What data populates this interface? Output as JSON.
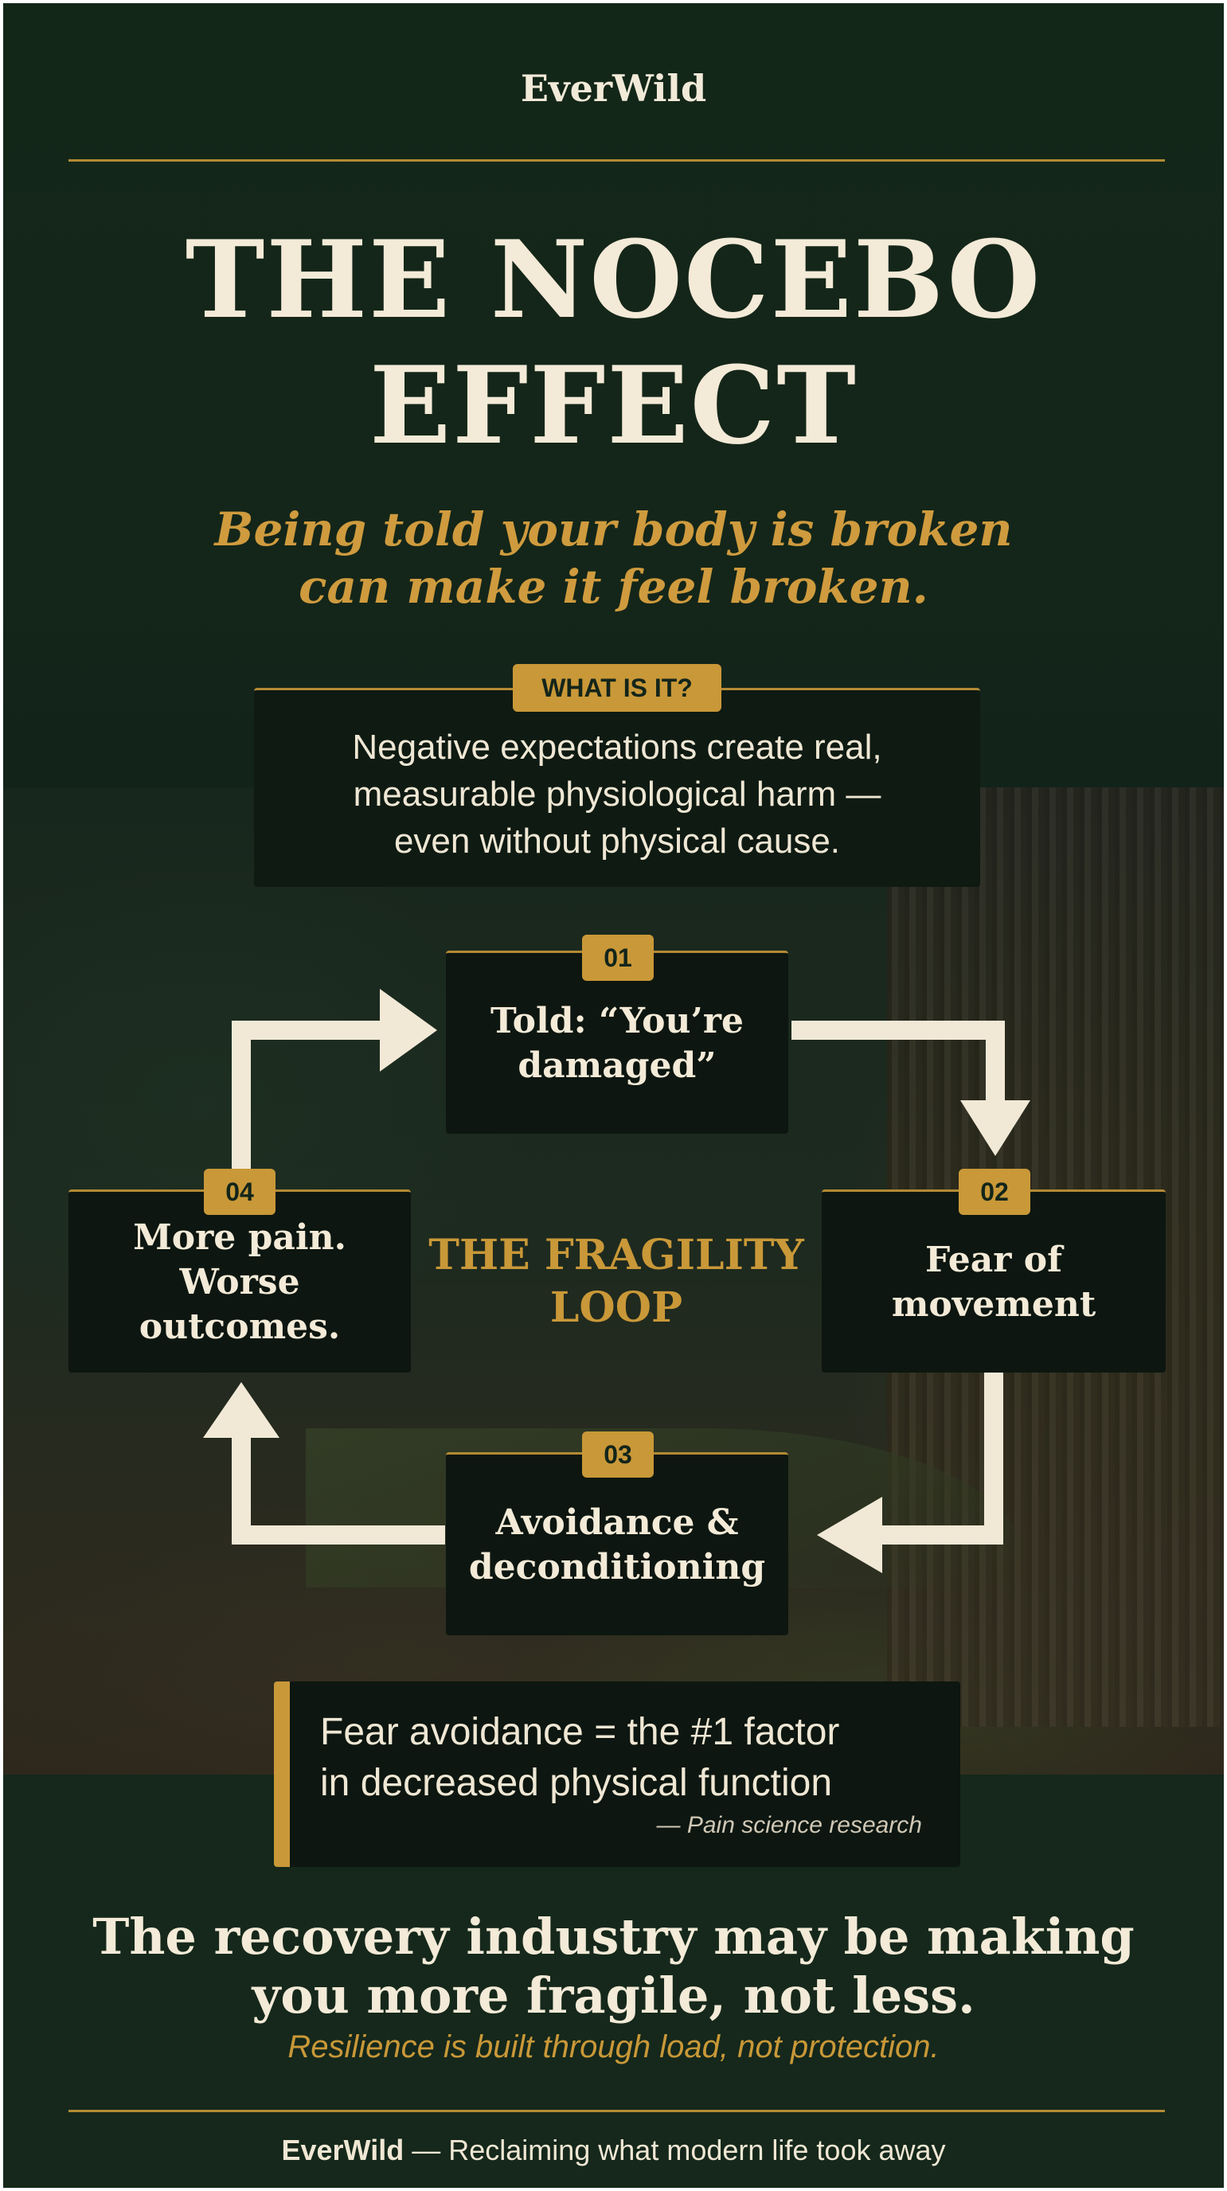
{
  "brand": "EverWild",
  "title_line1": "THE NOCEBO",
  "title_line2": "EFFECT",
  "subtitle_line1": "Being told your body is broken",
  "subtitle_line2": "can make it feel broken.",
  "what_is_it": {
    "tag": "WHAT IS IT?",
    "line1": "Negative expectations create real,",
    "line2": "measurable physiological harm —",
    "line3": "even without physical cause."
  },
  "loop": {
    "label_line1": "THE FRAGILITY",
    "label_line2": "LOOP",
    "steps": [
      {
        "num": "01",
        "line1": "Told: “You’re",
        "line2": "damaged”"
      },
      {
        "num": "02",
        "line1": "Fear of",
        "line2": "movement"
      },
      {
        "num": "03",
        "line1": "Avoidance &",
        "line2": "deconditioning"
      },
      {
        "num": "04",
        "line1": "More pain.",
        "line2": "Worse outcomes."
      }
    ]
  },
  "quote": {
    "line1": "Fear avoidance = the #1 factor",
    "line2": "in decreased physical function",
    "cite": "— Pain science research"
  },
  "closing": {
    "line1": "The recovery industry may be making",
    "line2": "you more fragile, not less.",
    "sub": "Resilience is built through load, not protection."
  },
  "footer": {
    "brand": "EverWild",
    "tagline": " — Reclaiming what modern life took away"
  },
  "colors": {
    "background": "#13251a",
    "accent": "#c99838",
    "text": "#f3ead7",
    "box": "#0d1610"
  }
}
